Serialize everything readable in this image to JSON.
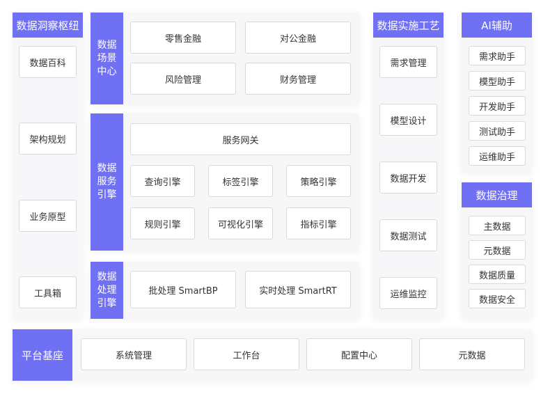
{
  "insight": {
    "title": "数据洞察枢纽",
    "items": [
      "数据百科",
      "架构规划",
      "业务原型",
      "工具箱"
    ]
  },
  "scene": {
    "title": "数据\n场景\n中心",
    "items": [
      "零售金融",
      "对公金融",
      "风险管理",
      "财务管理"
    ]
  },
  "service": {
    "title": "数据\n服务\n引擎",
    "gateway": "服务网关",
    "items": [
      "查询引擎",
      "标签引擎",
      "策略引擎",
      "规则引擎",
      "可视化引擎",
      "指标引擎"
    ]
  },
  "processing": {
    "title": "数据\n处理\n引擎",
    "items": [
      "批处理 SmartBP",
      "实时处理  SmartRT"
    ]
  },
  "craft": {
    "title": "数据实施工艺",
    "items": [
      "需求管理",
      "模型设计",
      "数据开发",
      "数据测试",
      "运维监控"
    ]
  },
  "ai": {
    "title": "AI辅助",
    "items": [
      "需求助手",
      "模型助手",
      "开发助手",
      "测试助手",
      "运维助手"
    ]
  },
  "governance": {
    "title": "数据治理",
    "items": [
      "主数据",
      "元数据",
      "数据质量",
      "数据安全"
    ]
  },
  "platform": {
    "title": "平台基座",
    "items": [
      "系统管理",
      "工作台",
      "配置中心",
      "元数据"
    ]
  },
  "colors": {
    "accent": "#7070f5",
    "panel": "#f7f7fa",
    "border": "#d9d9d9"
  }
}
